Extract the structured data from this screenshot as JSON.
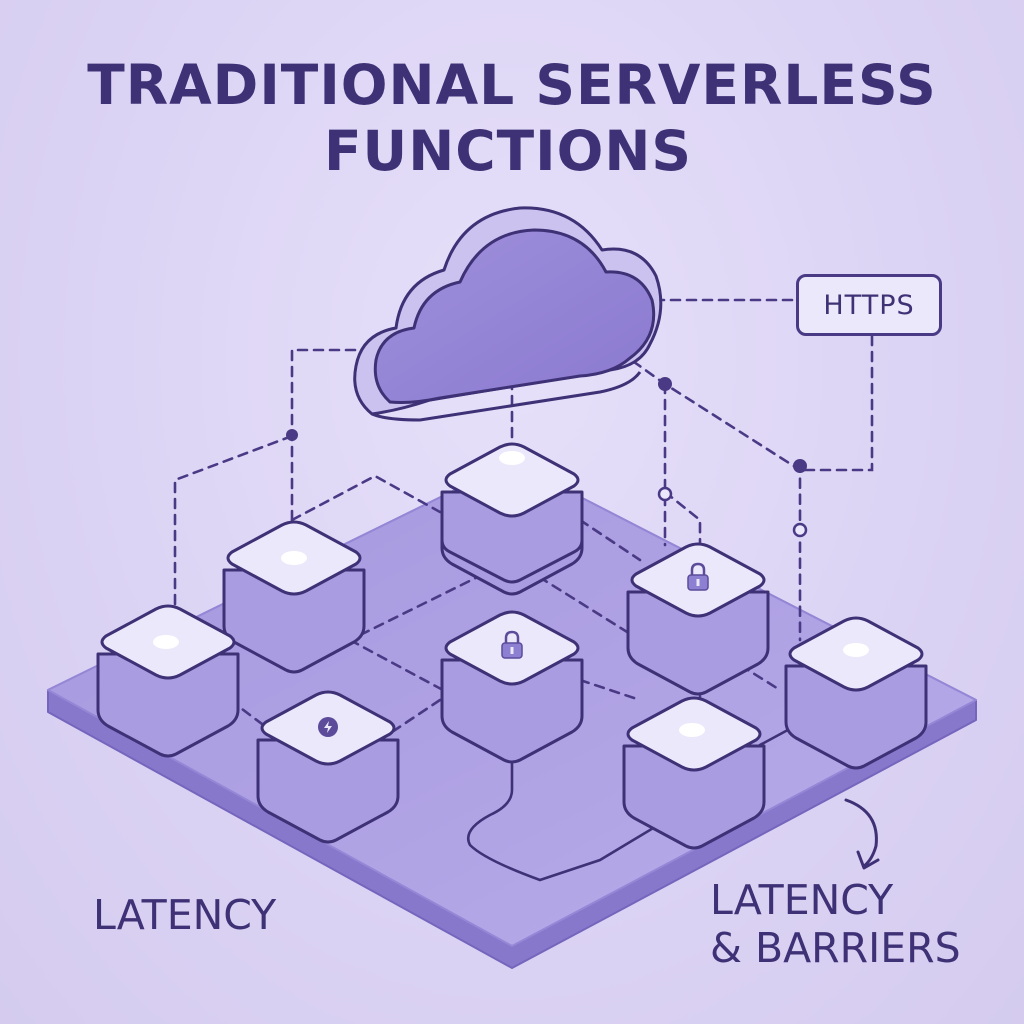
{
  "title": {
    "line1": "TRADITIONAL SERVERLESS",
    "line2": "FUNCTIONS"
  },
  "labels": {
    "https": "HTTPS",
    "latency_left": "LATENCY",
    "latency_right_line1": "LATENCY",
    "latency_right_line2": "& BARRIERS"
  },
  "colors": {
    "background": "#ddd6f5",
    "platform": "#9c8ed9",
    "node_top": "#ece8fb",
    "node_side": "#a99ce0",
    "outline": "#3f3176",
    "text": "#3f3176"
  },
  "nodes": [
    {
      "id": "top-center",
      "icon": "dot"
    },
    {
      "id": "upper-left",
      "icon": "dot"
    },
    {
      "id": "left",
      "icon": "dot"
    },
    {
      "id": "right-upper",
      "icon": "lock-icon"
    },
    {
      "id": "center",
      "icon": "lock-icon"
    },
    {
      "id": "bottom-left",
      "icon": "bolt-badge-icon"
    },
    {
      "id": "bottom-right",
      "icon": "dot"
    },
    {
      "id": "right",
      "icon": "dot"
    }
  ]
}
